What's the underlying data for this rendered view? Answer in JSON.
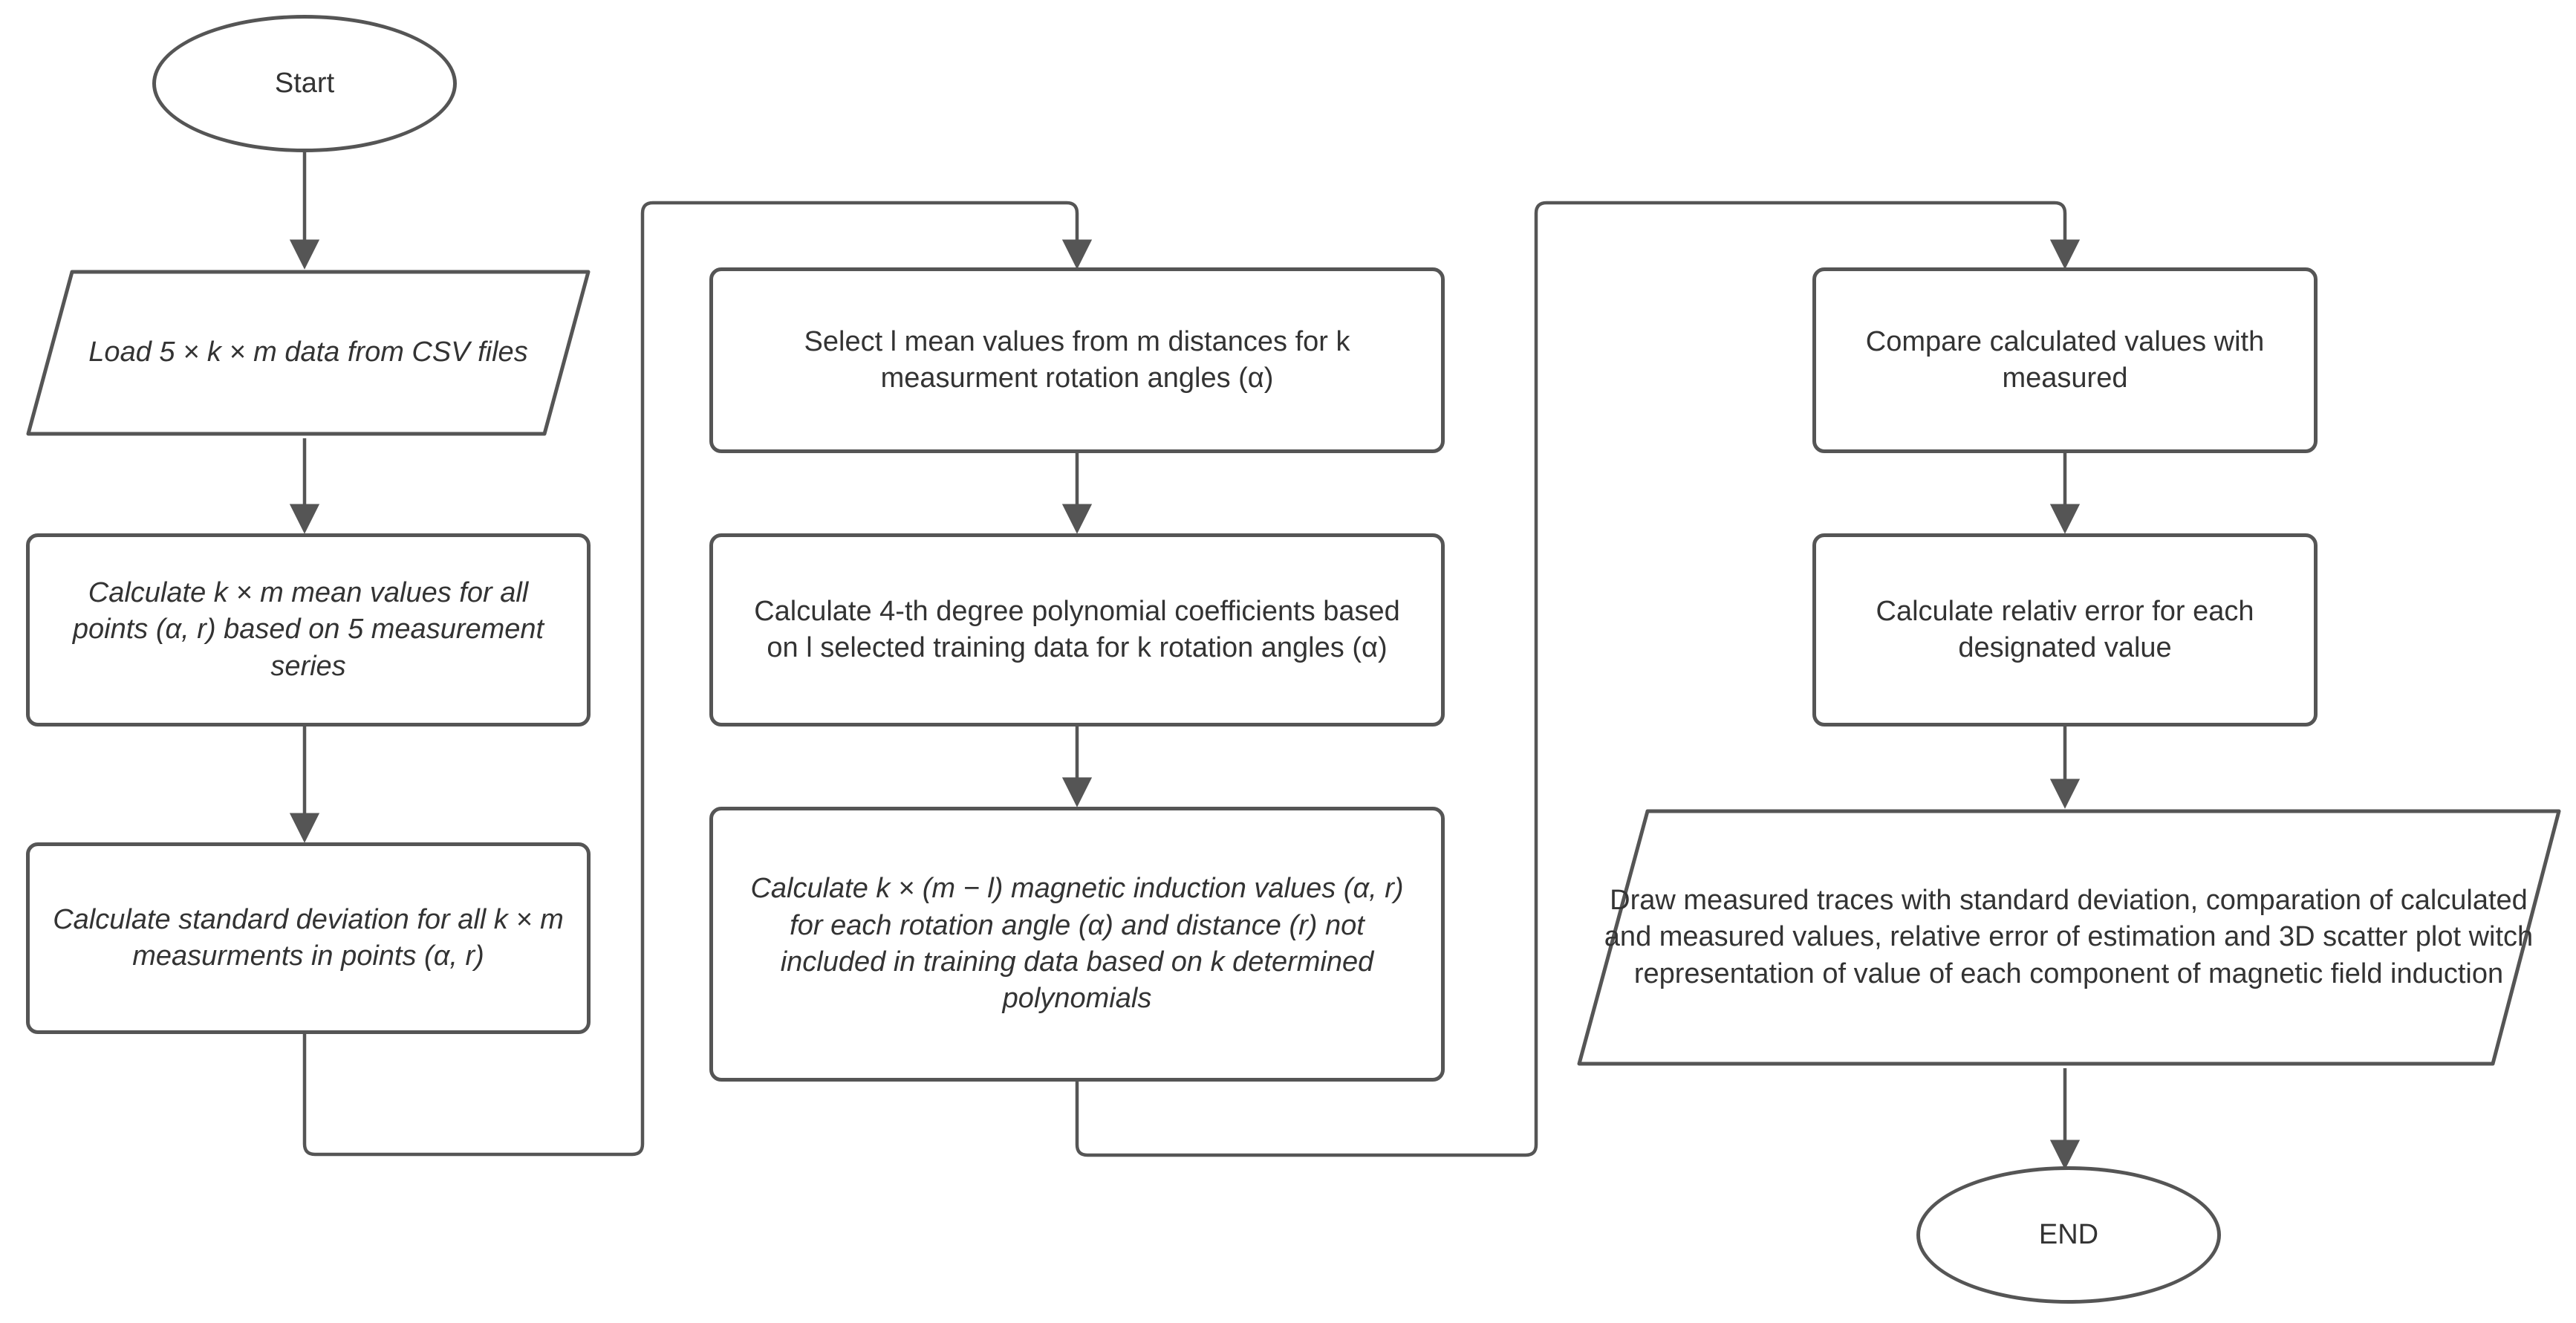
{
  "diagram": {
    "type": "flowchart",
    "title": "Magnetic induction measurement and polynomial estimation workflow",
    "stroke_color": "#555555",
    "text_color": "#333333",
    "background_color": "#ffffff",
    "columns": 3
  },
  "nodes": {
    "start": {
      "shape": "ellipse",
      "label": "Start",
      "italic": false
    },
    "load_csv": {
      "shape": "parallelogram",
      "label": "Load 5 × k × m data from CSV files",
      "italic": true
    },
    "calc_mean": {
      "shape": "process",
      "label": "Calculate k × m mean values for all points (α, r) based on 5 measurement series",
      "italic": true
    },
    "calc_stddev": {
      "shape": "process",
      "label": "Calculate standard deviation for all k × m measurments in points (α, r)",
      "italic": true
    },
    "select_means": {
      "shape": "process",
      "label": "Select l mean values from m distances for k measurment rotation angles (α)",
      "italic": false
    },
    "calc_poly": {
      "shape": "process",
      "label": "Calculate 4-th degree polynomial coefficients based on l selected training data for k rotation angles (α)",
      "italic": false
    },
    "calc_induction": {
      "shape": "process",
      "label": "Calculate k × (m − l) magnetic induction values (α, r) for each rotation angle (α) and distance (r) not included in training data based on k determined polynomials",
      "italic": true
    },
    "compare": {
      "shape": "process",
      "label": "Compare calculated values with measured",
      "italic": false
    },
    "calc_error": {
      "shape": "process",
      "label": "Calculate relativ error for each designated value",
      "italic": false
    },
    "draw": {
      "shape": "parallelogram",
      "label": "Draw measured traces with standard deviation, comparation of calculated and measured values, relative error of estimation and 3D scatter plot witch representation of value of each component of magnetic field induction",
      "italic": false
    },
    "end": {
      "shape": "ellipse",
      "label": "END",
      "italic": false
    }
  },
  "edges": [
    {
      "from": "start",
      "to": "load_csv",
      "kind": "straight-down"
    },
    {
      "from": "load_csv",
      "to": "calc_mean",
      "kind": "straight-down"
    },
    {
      "from": "calc_mean",
      "to": "calc_stddev",
      "kind": "straight-down"
    },
    {
      "from": "calc_stddev",
      "to": "select_means",
      "kind": "elbow-down-right-up-right-down"
    },
    {
      "from": "select_means",
      "to": "calc_poly",
      "kind": "straight-down"
    },
    {
      "from": "calc_poly",
      "to": "calc_induction",
      "kind": "straight-down"
    },
    {
      "from": "calc_induction",
      "to": "compare",
      "kind": "elbow-down-right-up-right-down"
    },
    {
      "from": "compare",
      "to": "calc_error",
      "kind": "straight-down"
    },
    {
      "from": "calc_error",
      "to": "draw",
      "kind": "straight-down"
    },
    {
      "from": "draw",
      "to": "end",
      "kind": "straight-down"
    }
  ]
}
